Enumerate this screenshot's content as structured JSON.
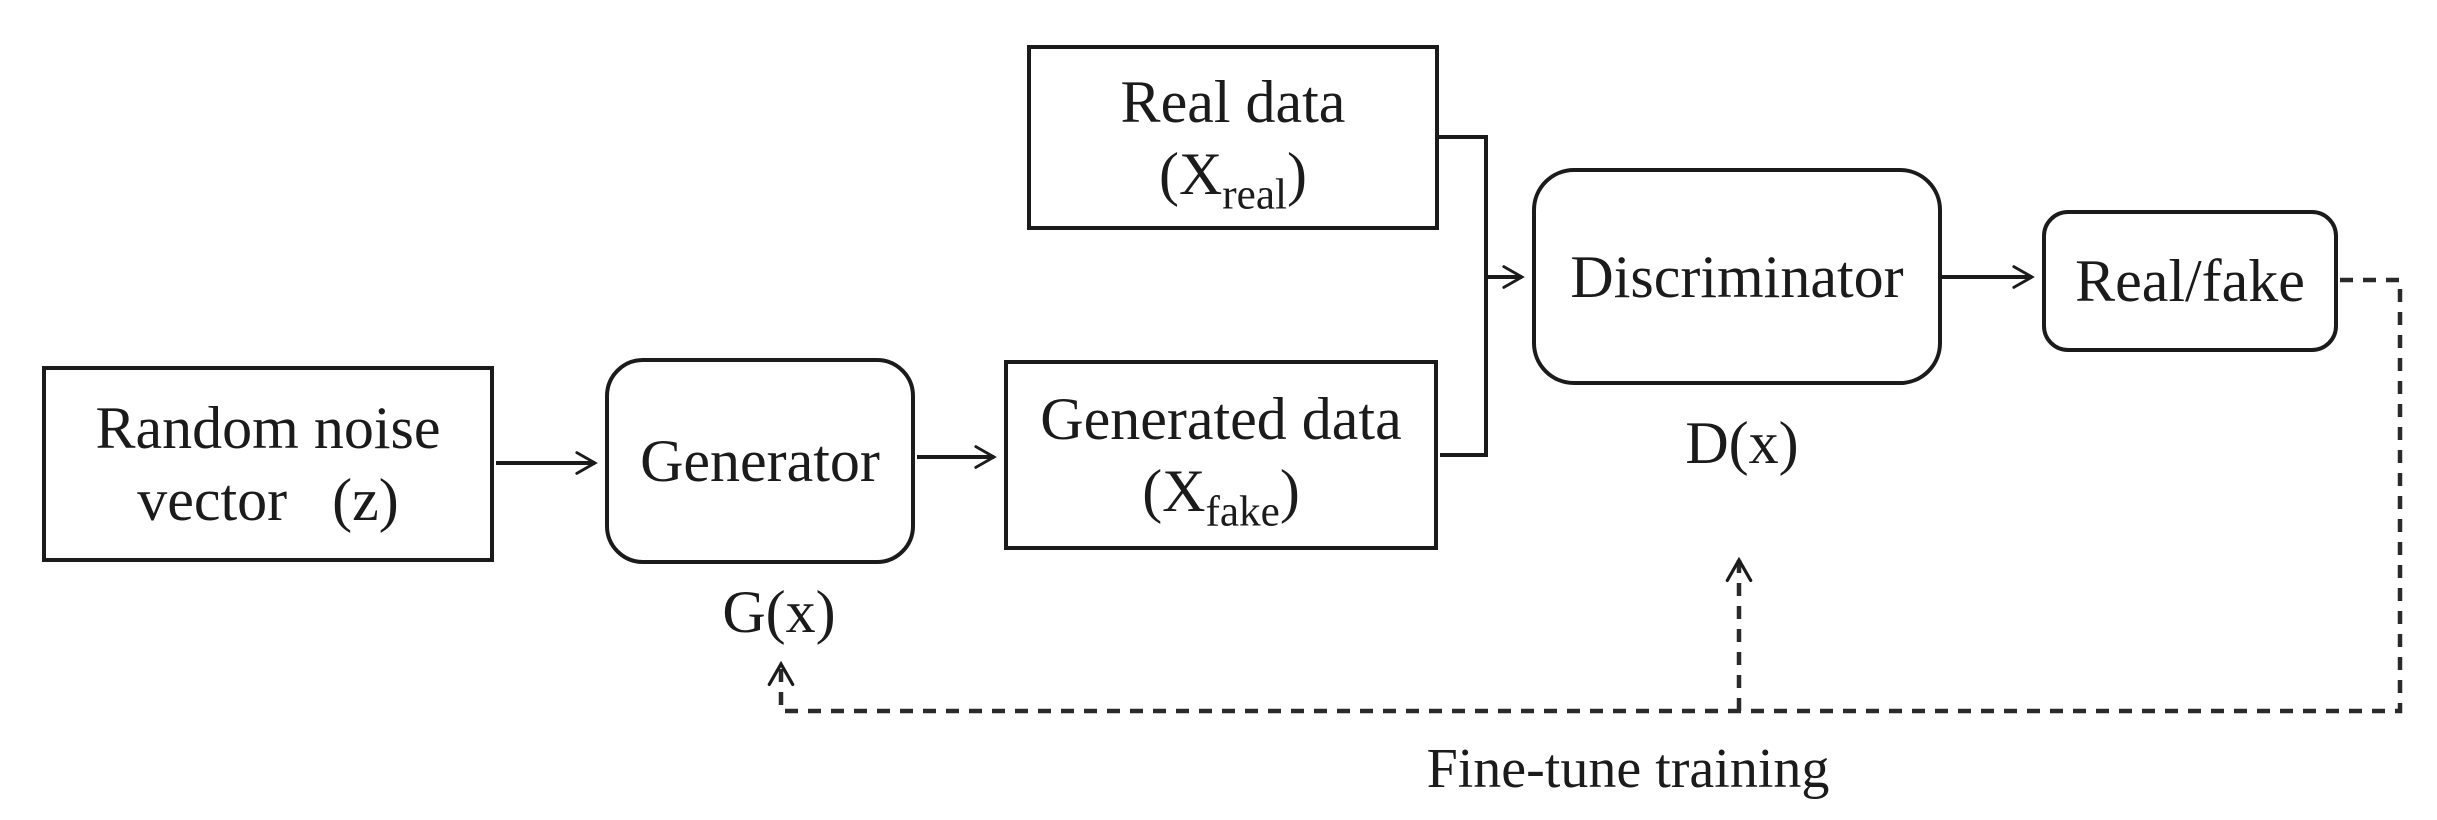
{
  "diagram": {
    "background_color": "#ffffff",
    "line_color": "#1b1b1b",
    "text_color": "#1b1b1b",
    "boxes": {
      "random_noise": {
        "line1": "Random noise",
        "line2": "vector   (z)"
      },
      "generator": {
        "label": "Generator"
      },
      "real_data": {
        "line1": "Real data",
        "formula_open": "(X",
        "formula_sub": "real",
        "formula_close": ")"
      },
      "generated_data": {
        "line1": "Generated data",
        "formula_open": "(X",
        "formula_sub": "fake",
        "formula_close": ")"
      },
      "discriminator": {
        "label": "Discriminator"
      },
      "real_fake": {
        "label": "Real/fake"
      }
    },
    "labels": {
      "generator_output": "G(x)",
      "discriminator_output": "D(x)",
      "feedback": "Fine-tune training"
    }
  }
}
